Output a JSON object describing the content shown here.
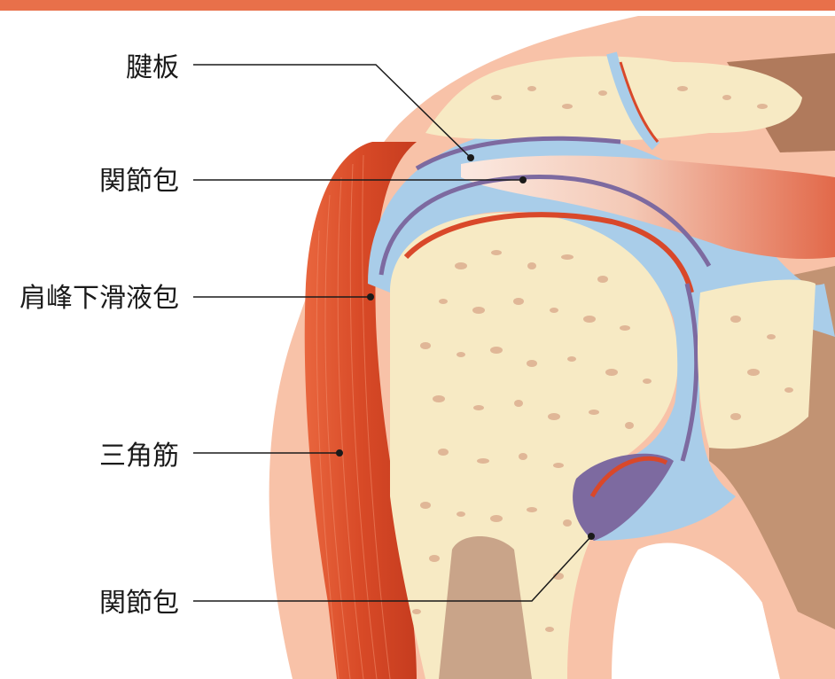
{
  "colors": {
    "top_bar": "#e8704a",
    "skin": "#f8c2a8",
    "bone": "#f7eac4",
    "bone_pore": "#d9a688",
    "cartilage": "#a9cde9",
    "synovium_red": "#d9482a",
    "capsule_purple": "#7d6aa0",
    "muscle": "#df4f2b",
    "tendon": "#f3d4c6",
    "marrow": "#c9a489",
    "scapula_shadow": "#b88b6a"
  },
  "labels": [
    {
      "id": "tendon-plate",
      "text": "腱板"
    },
    {
      "id": "joint-capsule-upper",
      "text": "関節包"
    },
    {
      "id": "subacromial-bursa",
      "text": "肩峰下滑液包"
    },
    {
      "id": "deltoid-muscle",
      "text": "三角筋"
    },
    {
      "id": "joint-capsule-lower",
      "text": "関節包"
    }
  ]
}
